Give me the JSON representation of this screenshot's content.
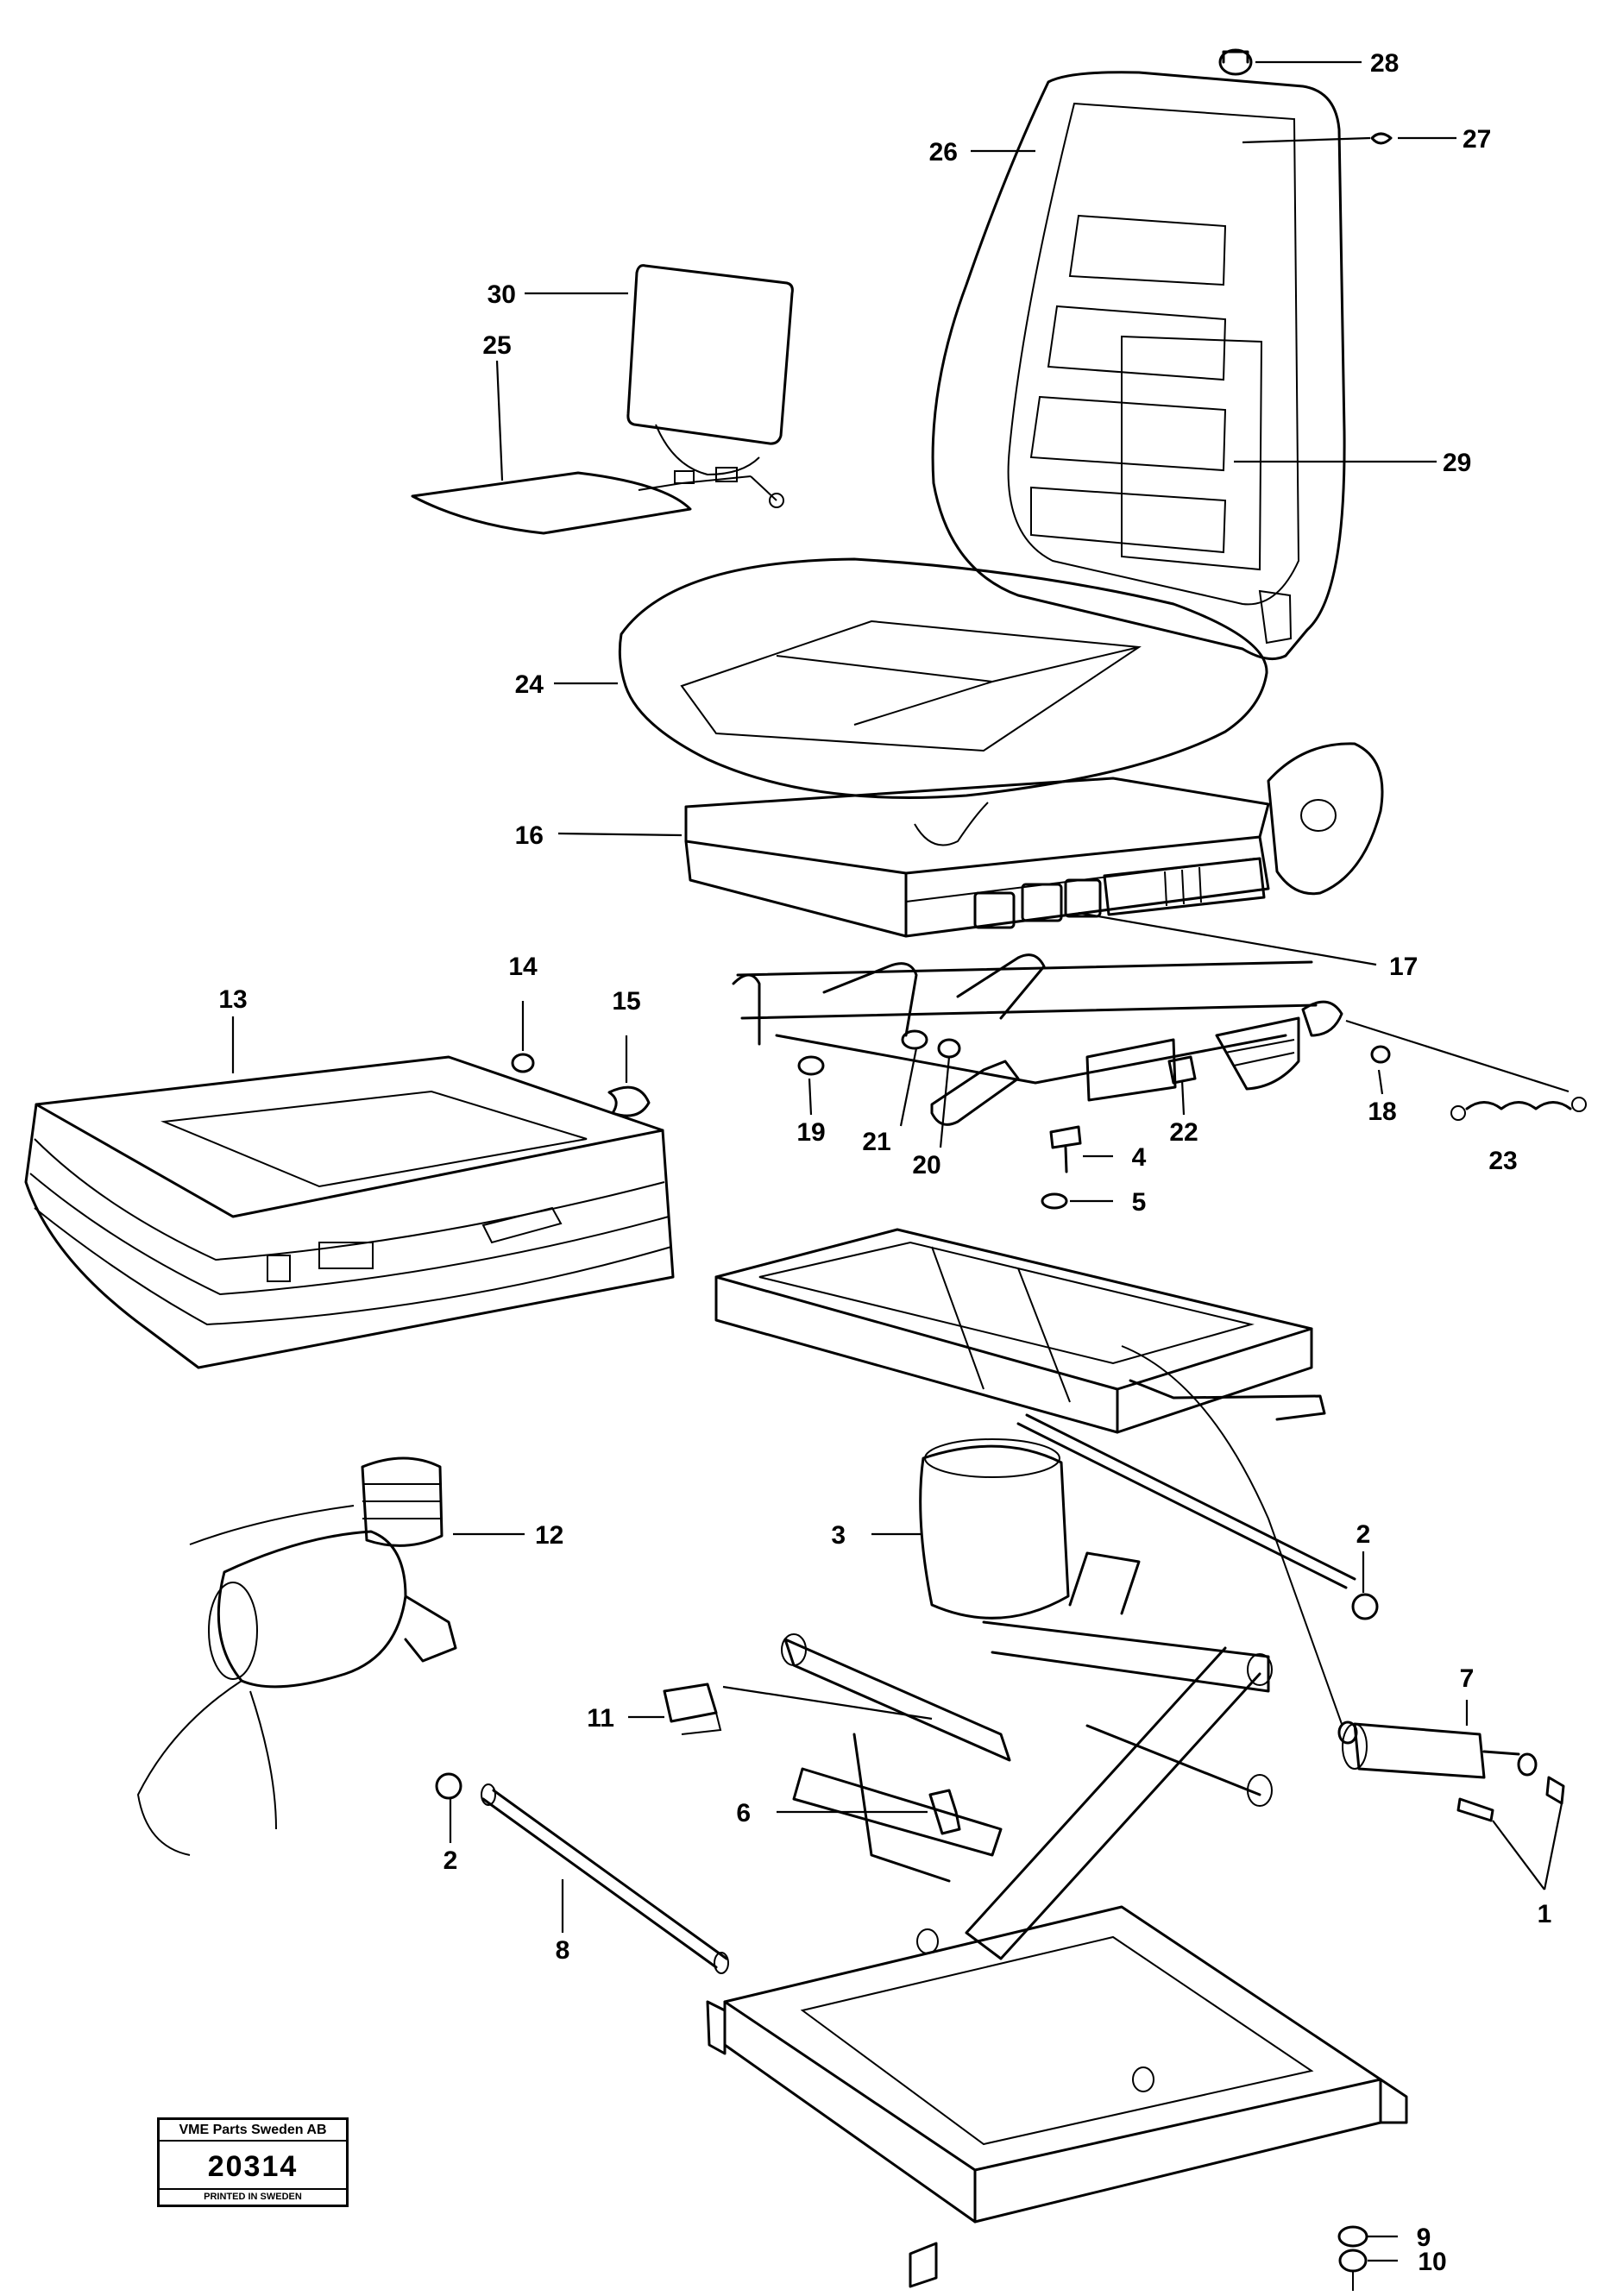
{
  "callouts": [
    {
      "num": "1"
    },
    {
      "num": "2"
    },
    {
      "num": "2"
    },
    {
      "num": "3"
    },
    {
      "num": "4"
    },
    {
      "num": "5"
    },
    {
      "num": "6"
    },
    {
      "num": "7"
    },
    {
      "num": "8"
    },
    {
      "num": "9"
    },
    {
      "num": "10"
    },
    {
      "num": "11"
    },
    {
      "num": "12"
    },
    {
      "num": "13"
    },
    {
      "num": "14"
    },
    {
      "num": "15"
    },
    {
      "num": "16"
    },
    {
      "num": "17"
    },
    {
      "num": "18"
    },
    {
      "num": "19"
    },
    {
      "num": "20"
    },
    {
      "num": "21"
    },
    {
      "num": "22"
    },
    {
      "num": "23"
    },
    {
      "num": "24"
    },
    {
      "num": "25"
    },
    {
      "num": "26"
    },
    {
      "num": "27"
    },
    {
      "num": "28"
    },
    {
      "num": "29"
    },
    {
      "num": "30"
    }
  ],
  "stamp": {
    "company": "VME Parts Sweden AB",
    "number": "20314",
    "printed": "PRINTED IN SWEDEN"
  }
}
